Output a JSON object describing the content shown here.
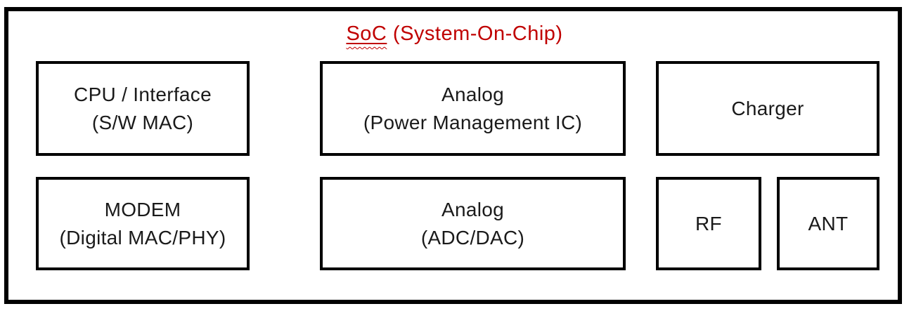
{
  "diagram": {
    "title": {
      "prefix": "SoC",
      "suffix": " (System-On-Chip)"
    },
    "colors": {
      "title_text": "#C00000",
      "spellcheck_squiggle": "#C00000",
      "block_border": "#000000",
      "outer_border": "#000000",
      "background": "#FFFFFF"
    },
    "blocks": [
      {
        "id": "cpu-interface",
        "lines": [
          "CPU / Interface",
          "(S/W MAC)"
        ]
      },
      {
        "id": "analog-pmic",
        "lines": [
          "Analog",
          "(Power Management IC)"
        ]
      },
      {
        "id": "charger",
        "lines": [
          "Charger"
        ]
      },
      {
        "id": "modem",
        "lines": [
          "MODEM",
          "(Digital MAC/PHY)"
        ]
      },
      {
        "id": "analog-adc-dac",
        "lines": [
          "Analog",
          "(ADC/DAC)"
        ]
      },
      {
        "id": "rf",
        "lines": [
          "RF"
        ]
      },
      {
        "id": "ant",
        "lines": [
          "ANT"
        ]
      }
    ]
  }
}
